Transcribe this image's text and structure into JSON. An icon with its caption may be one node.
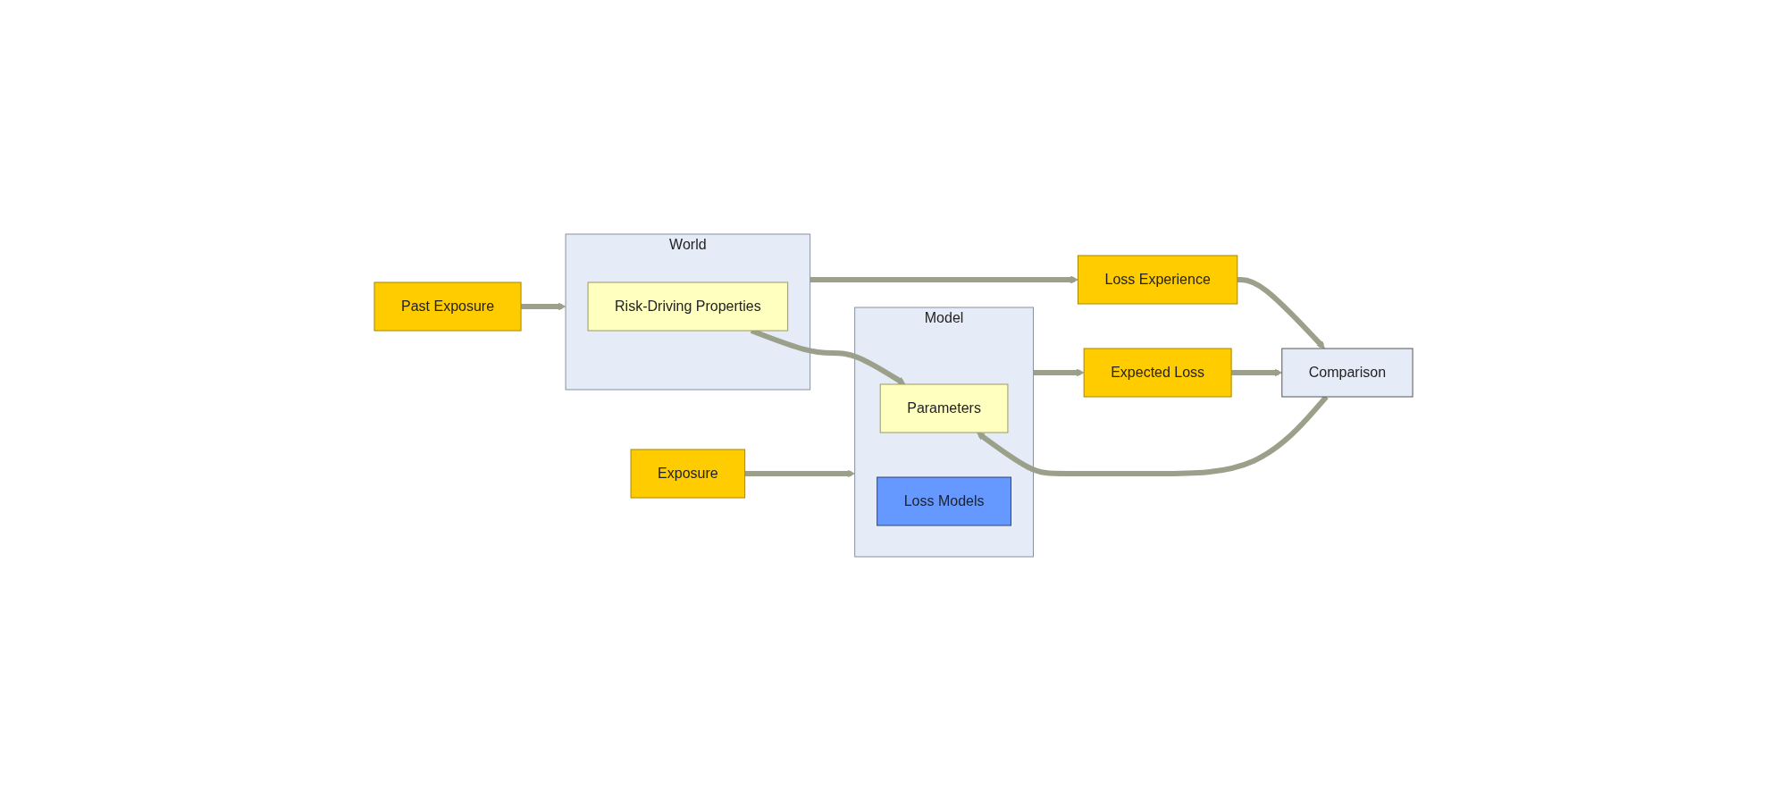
{
  "diagram": {
    "nodes": [
      {
        "text": [
          "Past Exposure"
        ]
      },
      {
        "text": [
          "World"
        ]
      },
      {
        "text": [
          "Risk-Driving Properties"
        ],
        "in": 1
      },
      {
        "text": [
          "Loss Experience"
        ]
      },
      {
        "text": [
          "Comparison"
        ]
      },
      {
        "text": [
          "Exposure"
        ]
      },
      {
        "text": [
          "Model"
        ]
      },
      {
        "text": [
          "Parameters"
        ],
        "in": 6
      },
      {
        "text": [
          "Loss Models"
        ],
        "in": 6
      },
      {
        "text": [
          "Expected Loss"
        ]
      }
    ],
    "edges": [
      {
        "from": 0,
        "to": 1,
        "arrow": "to"
      },
      {
        "from": 1,
        "to": 3,
        "arrow": "to"
      },
      {
        "from": 3,
        "to": 4,
        "arrow": "to"
      },
      {
        "from": 2,
        "to": 7,
        "arrow": "to"
      },
      {
        "from": 4,
        "to": 7,
        "arrow": "to"
      },
      {
        "from": 5,
        "to": 6,
        "arrow": "to"
      },
      {
        "from": 6,
        "to": 9,
        "arrow": "to"
      },
      {
        "from": 9,
        "to": 4,
        "arrow": "to"
      }
    ]
  }
}
